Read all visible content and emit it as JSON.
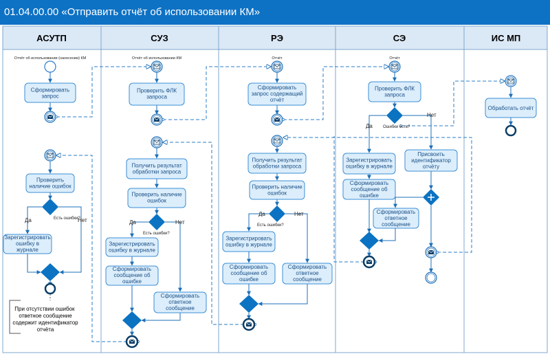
{
  "title": "01.04.00.00 «Отправить отчёт об использовании КМ»",
  "colors": {
    "title_bg": "#0e72c4",
    "header_bg": "#dbe8f5",
    "task_fill": "#dceefb",
    "task_stroke": "#3b8fd6",
    "gateway": "#0b73c2",
    "end_event": "#0a3d66",
    "line": "#2a7cc7"
  },
  "lanes": [
    {
      "name": "АСУТП"
    },
    {
      "name": "СУЗ"
    },
    {
      "name": "РЭ"
    },
    {
      "name": "СЭ"
    },
    {
      "name": "ИС МП"
    }
  ],
  "message_labels": {
    "asutp": "Отчёт об использовании (нанесении) КМ",
    "suz": "Отчёт об использовании КМ",
    "re": "Отчёт",
    "se": "Отчёт"
  },
  "tasks": {
    "asutp_form": "Сформировать запрос",
    "asutp_check": "Проверить наличие ошибок",
    "asutp_register": "Зарегистрировать ошибку в журнале",
    "suz_flk": "Проверить ФЛК запроса",
    "suz_get": "Получить результат обработки запроса",
    "suz_check": "Проверить наличие ошибок",
    "suz_register": "Зарегистрировать ошибку в журнале",
    "suz_err_msg": "Сформировать сообщение об ошибке",
    "suz_reply": "Сформировать ответное сообщение",
    "re_form": "Сформировать запрос содержащий отчёт",
    "re_get": "Получить результат обработки запроса",
    "re_check": "Проверить наличие ошибок",
    "re_register": "Зарегистрировать ошибку в журнале",
    "re_err_msg": "Сформировать сообщение об ошибке",
    "re_reply": "Сформировать ответное сообщение",
    "se_flk": "Проверить ФЛК запроса",
    "se_register": "Зарегистрировать ошибку в журнале",
    "se_err_msg": "Сформировать сообщение об ошибке",
    "se_assign": "Присвоить идентификатор отчёту",
    "se_reply": "Сформировать ответное сообщение",
    "ismp_process": "Обработать отчёт"
  },
  "gateway_labels": {
    "question": "Есть ошибки?",
    "question_se": "Ошибки есть?",
    "yes": "Да",
    "no": "Нет"
  },
  "annotation": "При отсутствии ошибок ответное сообщение содержит идентификатор отчёта"
}
